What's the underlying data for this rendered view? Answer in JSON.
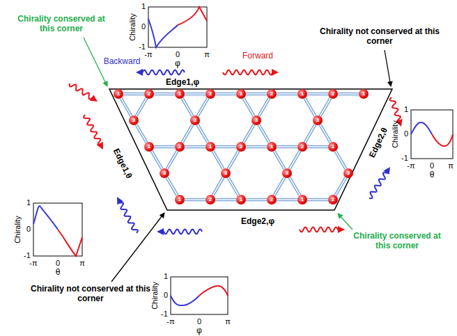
{
  "diagram": {
    "nodes": [
      {
        "text": [
          "1"
        ]
      },
      {
        "text": [
          "2"
        ]
      },
      {
        "text": [
          "1"
        ]
      },
      {
        "text": [
          "2"
        ]
      },
      {
        "text": [
          "1"
        ]
      },
      {
        "text": [
          "2"
        ]
      },
      {
        "text": [
          "1"
        ]
      },
      {
        "text": [
          "2"
        ]
      },
      {
        "text": [
          "1"
        ]
      },
      {
        "text": [
          "3"
        ]
      },
      {
        "text": [
          "3"
        ]
      },
      {
        "text": [
          "3"
        ]
      },
      {
        "text": [
          "3"
        ]
      },
      {
        "text": [
          "1"
        ]
      },
      {
        "text": [
          "2"
        ]
      },
      {
        "text": [
          "1"
        ]
      },
      {
        "text": [
          "2"
        ]
      },
      {
        "text": [
          "1"
        ]
      },
      {
        "text": [
          "2"
        ]
      },
      {
        "text": [
          "1"
        ]
      },
      {
        "text": [
          "3"
        ]
      },
      {
        "text": [
          "3"
        ]
      },
      {
        "text": [
          "3"
        ]
      },
      {
        "text": [
          "3"
        ]
      },
      {
        "text": [
          "1"
        ]
      },
      {
        "text": [
          "2"
        ]
      },
      {
        "text": [
          "1"
        ]
      },
      {
        "text": [
          "2"
        ]
      },
      {
        "text": [
          "1"
        ]
      },
      {
        "text": [
          "2"
        ]
      }
    ],
    "edges": [
      {
        "from": 0,
        "to": 1,
        "arrow": "none"
      },
      {
        "from": 1,
        "to": 2,
        "arrow": "none"
      },
      {
        "from": 2,
        "to": 3,
        "arrow": "none"
      },
      {
        "from": 3,
        "to": 4,
        "arrow": "none"
      },
      {
        "from": 4,
        "to": 5,
        "arrow": "none"
      },
      {
        "from": 5,
        "to": 6,
        "arrow": "none"
      },
      {
        "from": 6,
        "to": 7,
        "arrow": "none"
      },
      {
        "from": 7,
        "to": 8,
        "arrow": "none"
      },
      {
        "from": 13,
        "to": 14,
        "arrow": "none"
      },
      {
        "from": 14,
        "to": 15,
        "arrow": "none"
      },
      {
        "from": 15,
        "to": 16,
        "arrow": "none"
      },
      {
        "from": 16,
        "to": 17,
        "arrow": "none"
      },
      {
        "from": 17,
        "to": 18,
        "arrow": "none"
      },
      {
        "from": 18,
        "to": 19,
        "arrow": "none"
      },
      {
        "from": 24,
        "to": 25,
        "arrow": "none"
      },
      {
        "from": 25,
        "to": 26,
        "arrow": "none"
      },
      {
        "from": 26,
        "to": 27,
        "arrow": "none"
      },
      {
        "from": 27,
        "to": 28,
        "arrow": "none"
      },
      {
        "from": 28,
        "to": 29,
        "arrow": "none"
      },
      {
        "from": 9,
        "to": 0,
        "arrow": "none"
      },
      {
        "from": 9,
        "to": 1,
        "arrow": "none"
      },
      {
        "from": 10,
        "to": 2,
        "arrow": "none"
      },
      {
        "from": 10,
        "to": 3,
        "arrow": "none"
      },
      {
        "from": 11,
        "to": 4,
        "arrow": "none"
      },
      {
        "from": 11,
        "to": 5,
        "arrow": "none"
      },
      {
        "from": 12,
        "to": 6,
        "arrow": "none"
      },
      {
        "from": 12,
        "to": 7,
        "arrow": "none"
      },
      {
        "from": 9,
        "to": 13,
        "arrow": "none"
      },
      {
        "from": 10,
        "to": 14,
        "arrow": "none"
      },
      {
        "from": 10,
        "to": 15,
        "arrow": "none"
      },
      {
        "from": 11,
        "to": 16,
        "arrow": "none"
      },
      {
        "from": 11,
        "to": 17,
        "arrow": "none"
      },
      {
        "from": 12,
        "to": 18,
        "arrow": "none"
      },
      {
        "from": 12,
        "to": 19,
        "arrow": "none"
      },
      {
        "from": 20,
        "to": 13,
        "arrow": "none"
      },
      {
        "from": 20,
        "to": 14,
        "arrow": "none"
      },
      {
        "from": 21,
        "to": 15,
        "arrow": "none"
      },
      {
        "from": 21,
        "to": 16,
        "arrow": "none"
      },
      {
        "from": 22,
        "to": 17,
        "arrow": "none"
      },
      {
        "from": 22,
        "to": 18,
        "arrow": "none"
      },
      {
        "from": 23,
        "to": 19,
        "arrow": "none"
      },
      {
        "from": 20,
        "to": 24,
        "arrow": "none"
      },
      {
        "from": 21,
        "to": 25,
        "arrow": "none"
      },
      {
        "from": 21,
        "to": 26,
        "arrow": "none"
      },
      {
        "from": 22,
        "to": 27,
        "arrow": "none"
      },
      {
        "from": 22,
        "to": 28,
        "arrow": "none"
      },
      {
        "from": 23,
        "to": 29,
        "arrow": "none"
      }
    ],
    "labels": [
      "Chirality conserved at this corner",
      "Backward",
      "Forward",
      "Chirality not conserved at this corner",
      "Edge1,φ",
      "Edge2,θ",
      "Edge1,θ",
      "Edge2,φ",
      "Chirality not conserved at this corner",
      "Chirality conserved at this corner",
      "Chirality",
      "1",
      "0",
      "-1",
      "-π",
      "0",
      "π",
      "φ",
      "Chirality",
      "1",
      "0",
      "-1",
      "-π",
      "0",
      "π",
      "θ",
      "Chirality",
      "1",
      "0",
      "-1",
      "-π",
      "0",
      "π",
      "θ",
      "Chirality",
      "1",
      "0",
      "-1",
      "-π",
      "0",
      "π",
      "φ"
    ]
  }
}
